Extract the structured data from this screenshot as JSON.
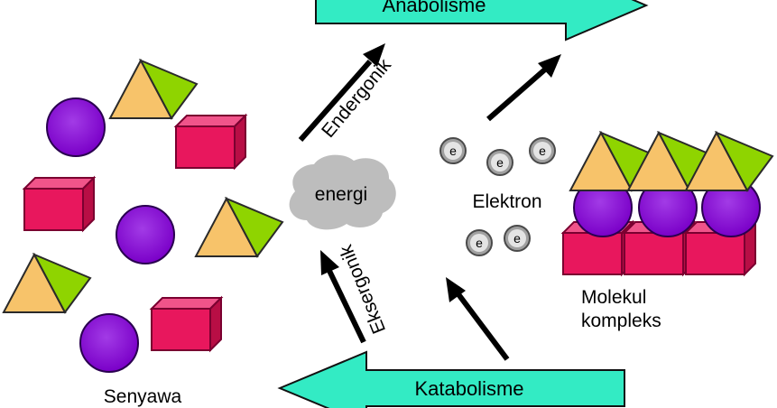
{
  "labels": {
    "anabolisme": "Anabolisme",
    "katabolisme": "Katabolisme",
    "endergonik": "Endergonik",
    "eksergonik": "Eksergonik",
    "energi": "energi",
    "elektron": "Elektron",
    "electron_symbol": "e",
    "senyawa": "Senyawa",
    "molekul_line1": "Molekul",
    "molekul_line2": "kompleks"
  },
  "colors": {
    "process_arrow_fill": "#33ebc4",
    "cube": "#e8175d",
    "sphere": "#8a0fd0",
    "triangle_orange": "#f7c36a",
    "triangle_green": "#8fd400",
    "cloud": "#bdbdbd",
    "electron": "#9e9e9e"
  }
}
